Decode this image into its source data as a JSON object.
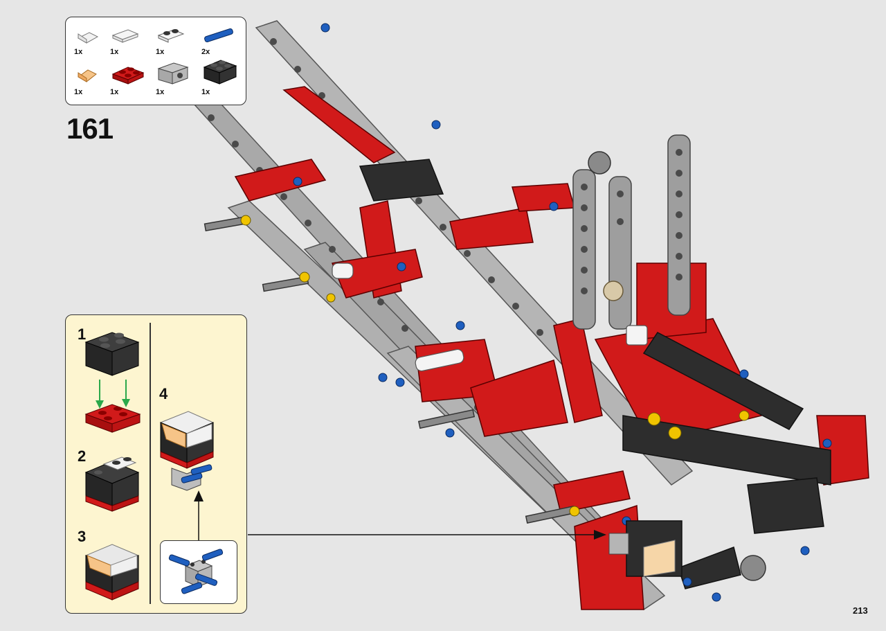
{
  "step": {
    "number": "161"
  },
  "page": {
    "number": "213"
  },
  "parts": [
    {
      "name": "transparent clear slope 1x1",
      "qty": "1x"
    },
    {
      "name": "transparent clear plate 1x2",
      "qty": "1x"
    },
    {
      "name": "transparent clear plate 1x2 with studs",
      "qty": "1x"
    },
    {
      "name": "blue axle pin",
      "qty": "2x"
    },
    {
      "name": "transparent orange slope 1x1",
      "qty": "1x"
    },
    {
      "name": "red plate 2x2",
      "qty": "1x"
    },
    {
      "name": "light grey technic brick",
      "qty": "1x"
    },
    {
      "name": "black brick 2x2",
      "qty": "1x"
    }
  ],
  "substeps": [
    {
      "number": "1"
    },
    {
      "number": "2"
    },
    {
      "number": "3"
    },
    {
      "number": "4"
    }
  ],
  "colors": {
    "red": "#d11a1a",
    "light_grey": "#a8a8a8",
    "dark_grey": "#3a3a3a",
    "blue": "#1f5fbf",
    "yellow": "#f0c400",
    "panel_yellow": "#fdf5d0",
    "background": "#e6e6e6"
  }
}
